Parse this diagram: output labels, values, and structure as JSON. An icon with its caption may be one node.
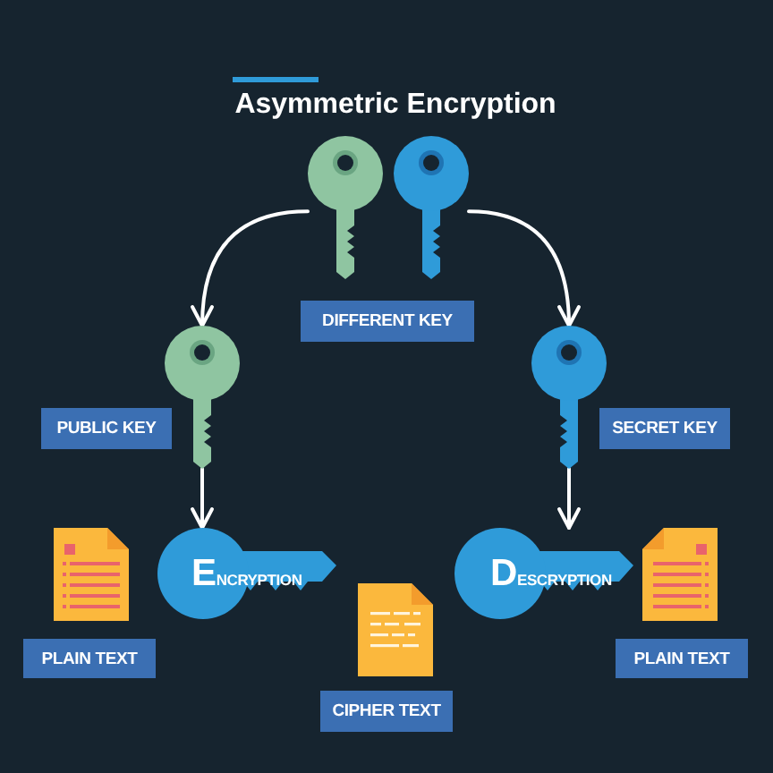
{
  "diagram": {
    "title": "Asymmetric Encryption",
    "nodes": [
      {
        "text": [],
        "shape": "picture"
      },
      {
        "text": [
          "DIFFERENT KEY"
        ]
      },
      {
        "text": [],
        "shape": "picture"
      },
      {
        "text": [
          "PUBLIC KEY"
        ]
      },
      {
        "text": [],
        "shape": "picture"
      },
      {
        "text": [
          "SECRET KEY"
        ]
      },
      {
        "text": [],
        "shape": "picture"
      },
      {
        "text": [
          "PLAIN TEXT"
        ]
      },
      {
        "text": [
          "ENCRYPTION"
        ]
      },
      {
        "text": [],
        "shape": "picture"
      },
      {
        "text": [
          "CIPHER TEXT"
        ]
      },
      {
        "text": [
          "DESCRYPTION"
        ]
      },
      {
        "text": [],
        "shape": "picture"
      },
      {
        "text": [
          "PLAIN TEXT"
        ]
      }
    ],
    "edges": [
      {
        "from": 0,
        "to": 2,
        "arrow": "to"
      },
      {
        "from": 0,
        "to": 4,
        "arrow": "to"
      },
      {
        "from": 2,
        "to": 8,
        "arrow": "to"
      },
      {
        "from": 4,
        "to": 11,
        "arrow": "to"
      }
    ]
  }
}
